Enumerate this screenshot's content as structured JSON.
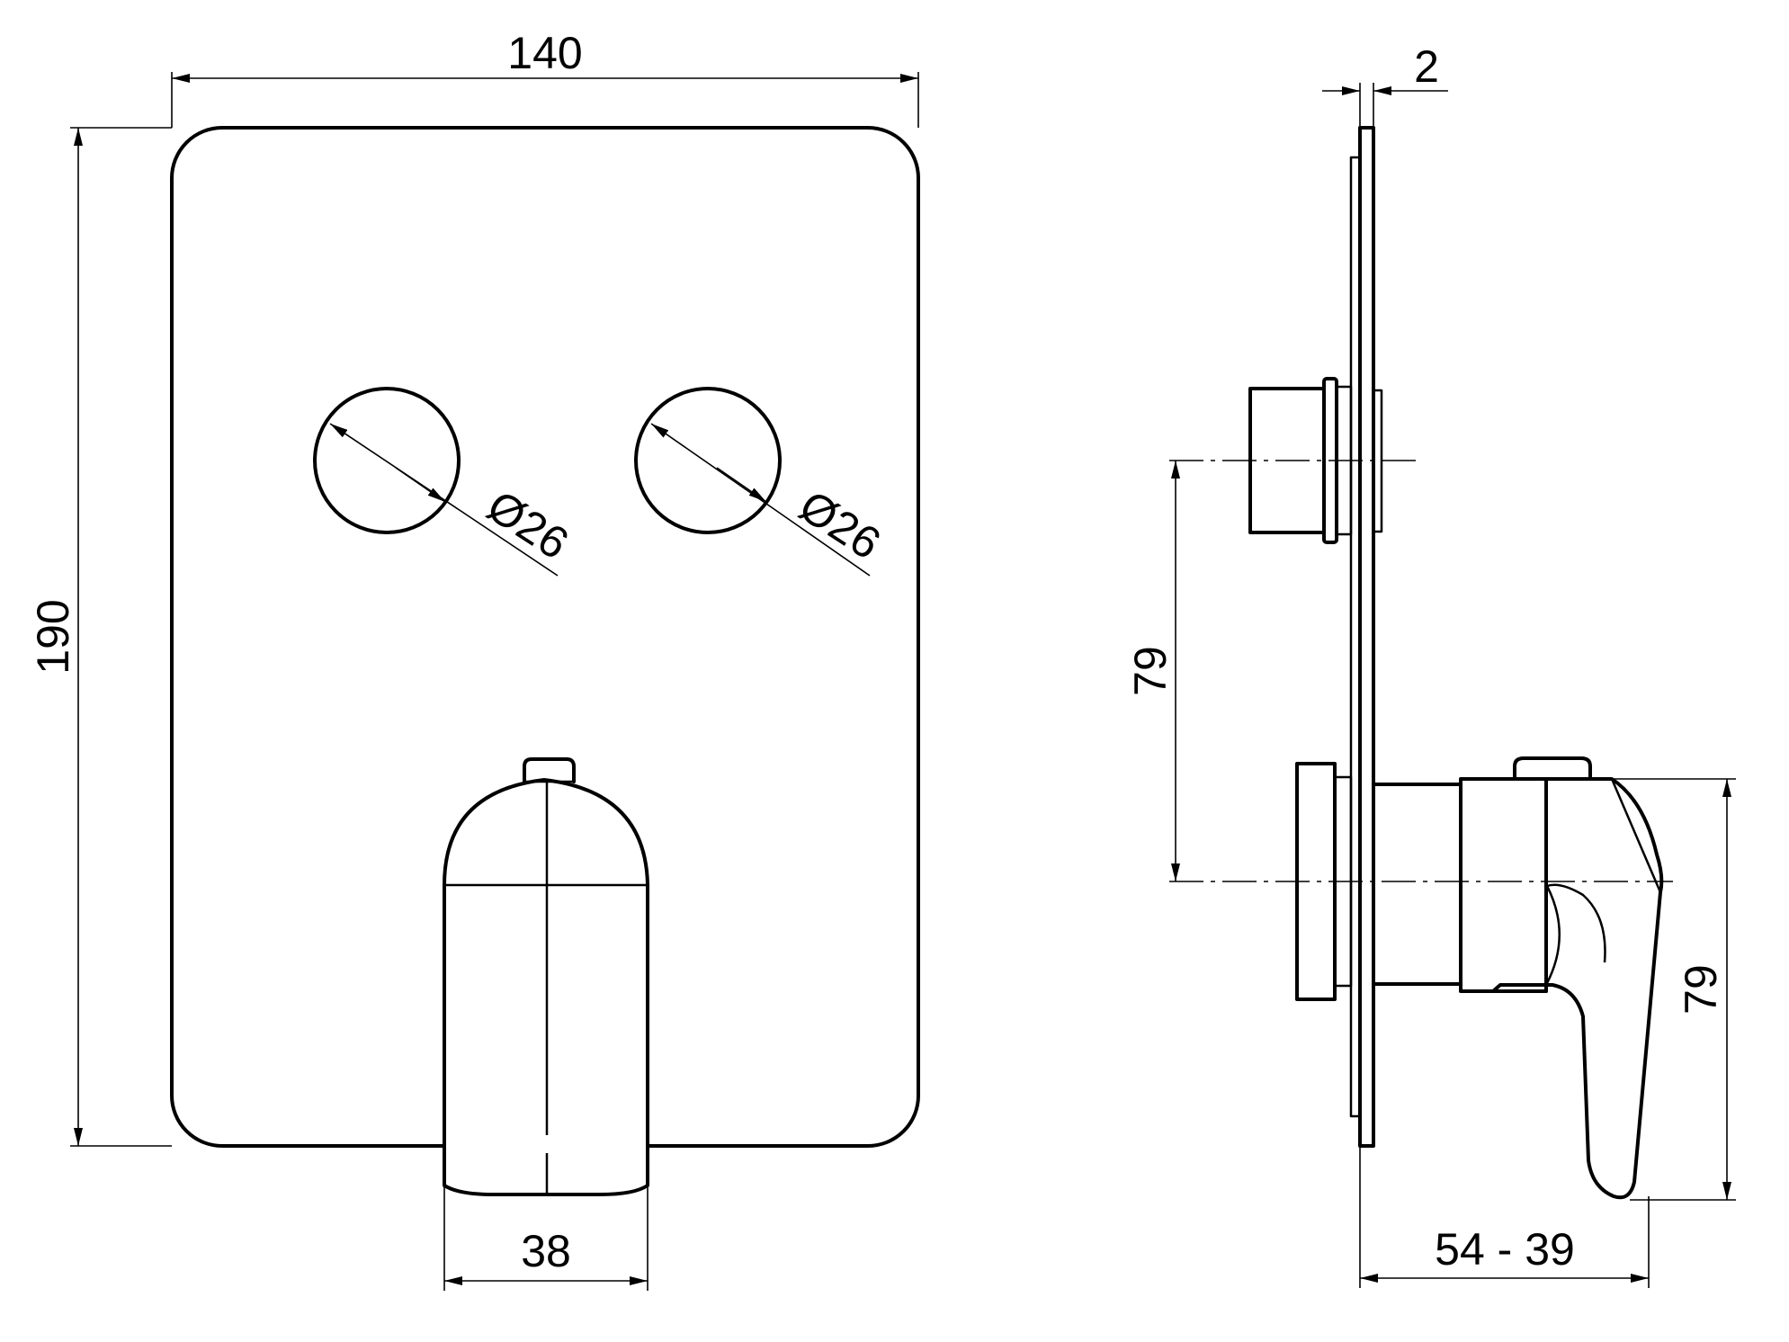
{
  "front_view": {
    "width_label": "140",
    "height_label": "190",
    "left_hole_label": "Ø26",
    "right_hole_label": "Ø26",
    "handle_width_label": "38"
  },
  "side_view": {
    "plate_thickness_label": "2",
    "center_distance_label": "79",
    "lever_height_label": "79",
    "depth_label": "54 - 39"
  },
  "colors": {
    "line": "#000000",
    "background": "#ffffff"
  }
}
